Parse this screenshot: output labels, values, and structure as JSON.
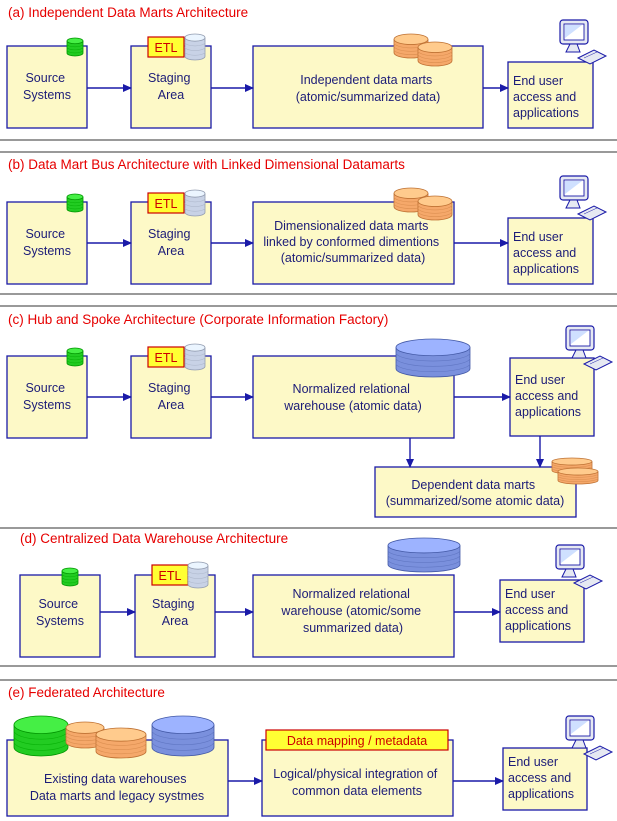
{
  "sections": [
    {
      "title": "(a) Independent Data Marts Architecture",
      "source": [
        "Source",
        "Systems"
      ],
      "staging": [
        "Staging",
        "Area"
      ],
      "etl": "ETL",
      "middle": [
        "Independent data marts",
        "(atomic/summarized data)"
      ],
      "end": [
        "End user",
        "access and",
        "applications"
      ]
    },
    {
      "title": "(b) Data Mart Bus Architecture with Linked Dimensional Datamarts",
      "source": [
        "Source",
        "Systems"
      ],
      "staging": [
        "Staging",
        "Area"
      ],
      "etl": "ETL",
      "middle": [
        "Dimensionalized data marts",
        "linked by conformed dimentions",
        "(atomic/summarized data)"
      ],
      "end": [
        "End user",
        "access and",
        "applications"
      ]
    },
    {
      "title": "(c) Hub and Spoke Architecture (Corporate Information Factory)",
      "source": [
        "Source",
        "Systems"
      ],
      "staging": [
        "Staging",
        "Area"
      ],
      "etl": "ETL",
      "middle": [
        "Normalized relational",
        "warehouse (atomic data)"
      ],
      "end": [
        "End user",
        "access and",
        "applications"
      ],
      "dependent": [
        "Dependent data marts",
        "(summarized/some atomic data)"
      ]
    },
    {
      "title": "(d) Centralized Data Warehouse Architecture",
      "source": [
        "Source",
        "Systems"
      ],
      "staging": [
        "Staging",
        "Area"
      ],
      "etl": "ETL",
      "middle": [
        "Normalized relational",
        "warehouse (atomic/some",
        "summarized data)"
      ],
      "end": [
        "End user",
        "access and",
        "applications"
      ]
    },
    {
      "title": "(e) Federated Architecture",
      "existing": [
        "Existing data warehouses",
        "Data marts and legacy systmes"
      ],
      "mapping": "Data mapping / metadata",
      "middle": [
        "Logical/physical integration of",
        "common data elements"
      ],
      "end": [
        "End user",
        "access and",
        "applications"
      ]
    }
  ],
  "colors": {
    "title": "#e60000",
    "box_fill": "#fdf9c7",
    "box_border": "#1a1aa8",
    "text": "#1c1c78",
    "etl_fill": "#ffff33",
    "etl_border": "#cc0000",
    "db_green": "#22cc22",
    "db_orange": "#f5a86a",
    "db_blue": "#7a90dd",
    "db_gray": "#c8d2e6"
  },
  "icons": [
    "database-icon",
    "computer-icon"
  ]
}
